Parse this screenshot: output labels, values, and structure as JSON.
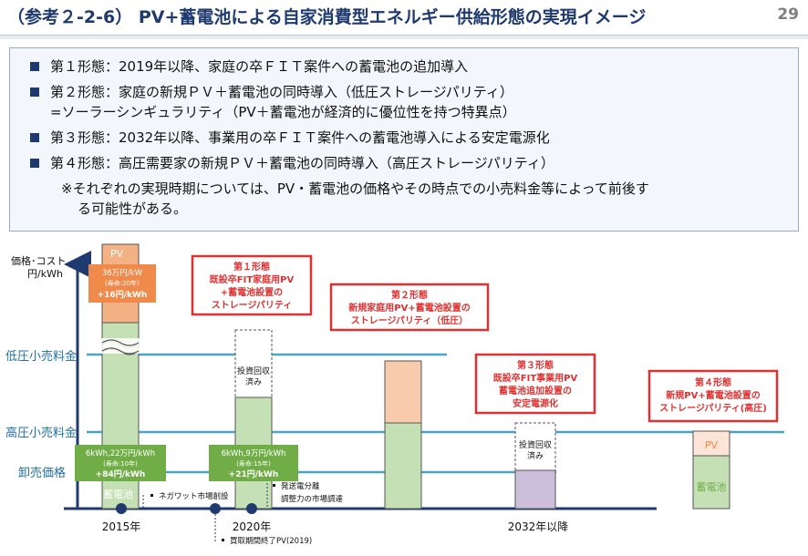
{
  "header": {
    "title": "（参考２-2-6） PV+蓄電池による自家消費型エネルギー供給形態の実現イメージ",
    "page_number": "29"
  },
  "bullets": [
    {
      "line1": "第１形態：2019年以降、家庭の卒ＦＩＴ案件への蓄電池の追加導入"
    },
    {
      "line1": "第２形態：家庭の新規ＰＶ＋蓄電池の同時導入（低圧ストレージパリティ）",
      "line2": "=ソーラーシンギュラリティ（PV＋蓄電池が経済的に優位性を持つ特異点）"
    },
    {
      "line1": "第３形態：2032年以降、事業用の卒ＦＩＴ案件への蓄電池導入による安定電源化"
    },
    {
      "line1": "第４形態：高圧需要家の新規ＰＶ＋蓄電池の同時導入（高圧ストレージパリティ）"
    }
  ],
  "note": {
    "line1": "※それぞれの実現時期については、PV・蓄電池の価格やその時点での小売料金等によって前後す",
    "line2": "る可能性がある。"
  },
  "diagram": {
    "y_axis_label_1": "価格･コスト",
    "y_axis_label_2": "円/kWh",
    "levels": {
      "low_voltage_retail": "低圧小売料金",
      "high_voltage_retail": "高圧小売料金",
      "wholesale": "卸売価格"
    },
    "timeline": {
      "t2015": "2015年",
      "t2020": "2020年",
      "t2032": "2032年以降",
      "event_negawatt": "ネガワット市場創設",
      "event_transmission_1": "発送電分離",
      "event_transmission_2": "調整力の市場調達",
      "event_fit_end": "買取期間終了PV(2019)"
    },
    "bar2015": {
      "pv_label": "PV",
      "pv_cost_1": "36万円/kW",
      "pv_cost_2": "(寿命:20年)",
      "pv_cost_3": "+16円/kWh",
      "battery_label": "蓄電池",
      "battery_cost_1": "6kWh,22万円/kWh",
      "battery_cost_2": "(寿命:10年)",
      "battery_cost_3": "+84円/kWh"
    },
    "bar2020": {
      "recovered_1": "投資回収",
      "recovered_2": "済み",
      "battery_cost_1": "6kWh,9万円/kWh",
      "battery_cost_2": "(寿命:15年)",
      "battery_cost_3": "+21円/kWh"
    },
    "bar2032": {
      "recovered_1": "投資回収",
      "recovered_2": "済み"
    },
    "bar4": {
      "pv_label": "PV",
      "battery_label": "蓄電池"
    },
    "forms": [
      {
        "title": "第１形態",
        "desc1": "既設卒FIT家庭用PV",
        "desc2": "+蓄電池設置の",
        "desc3": "ストレージパリティ"
      },
      {
        "title": "第２形態",
        "desc1": "新規家庭用PV+蓄電池設置の",
        "desc2": "ストレージパリティ（低圧）"
      },
      {
        "title": "第３形態",
        "desc1": "既設卒FIT事業用PV",
        "desc2": "蓄電池追加設置の",
        "desc3": "安定電源化"
      },
      {
        "title": "第４形態",
        "desc1": "新規PV+蓄電池設置の",
        "desc2": "ストレージパリティ(高圧)"
      }
    ],
    "colors": {
      "pv_orange": "#f4b183",
      "pv_dark_orange": "#f08a4b",
      "battery_green": "#c5e0b4",
      "battery_label_green": "#70ad47",
      "purple": "#cbbfdb",
      "line_blue": "#4aa3c8",
      "axis_navy": "#1f3a6e",
      "form_red": "#e03131"
    }
  }
}
